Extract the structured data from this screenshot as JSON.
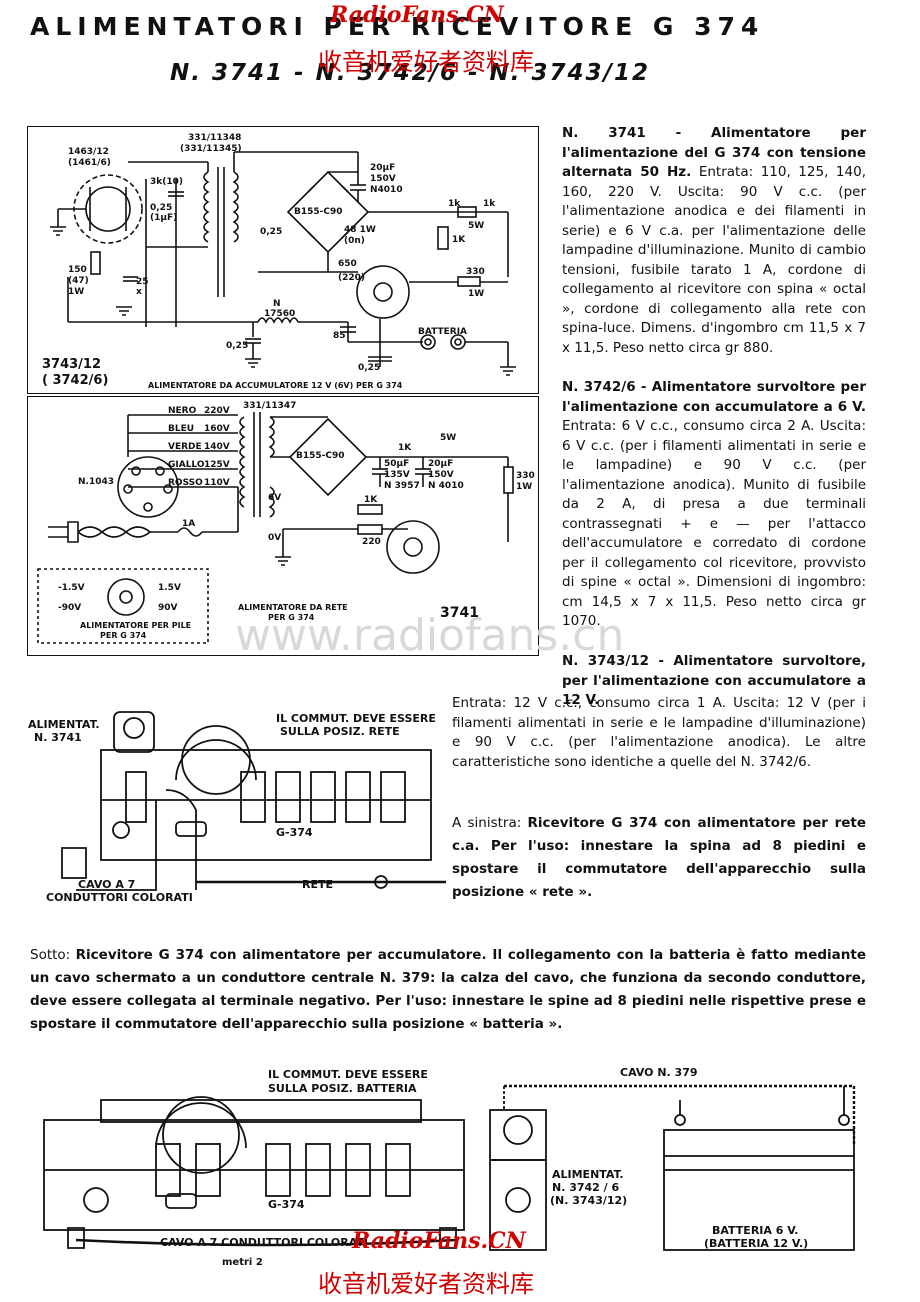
{
  "header": {
    "title": "ALIMENTATORI PER RICEVITORE G 374",
    "subtitle": "N. 3741 - N. 3742/6 - N. 3743/12"
  },
  "watermarks": {
    "top": "RadioFans.CN",
    "top_cn": "收音机爱好者资料库",
    "middle": "www.radiofans.cn",
    "bottom": "RadioFans.CN",
    "bottom_cn": "收音机爱好者资料库"
  },
  "paragraphs": {
    "p3741_bold": "N. 3741 - Alimentatore per l'alimentazione del G 374 con tensione alternata 50 Hz.",
    "p3741_text": " Entrata: 110, 125, 140, 160, 220 V. Uscita: 90 V c.c. (per l'alimentazione anodica e dei filamenti in serie) e 6 V c.a. per l'alimentazione delle lampadine d'illuminazione. Munito di cambio tensioni, fusibile tarato 1 A, cordone di collegamento al ricevitore con spina « octal », cordone di collegamento alla rete con spina-luce. Dimens. d'ingombro cm 11,5 x 7 x 11,5. Peso netto circa gr 880.",
    "p3742_bold": "N. 3742/6 - Alimentatore survoltore per l'alimentazione con accumulatore a 6 V.",
    "p3742_text": " Entrata: 6 V c.c., consumo circa 2 A. Uscita: 6 V c.c. (per i filamenti alimentati in serie e le lampadine) e 90 V c.c. (per l'alimentazione anodica). Munito di fusibile da 2 A, di presa a due terminali contrassegnati + e — per l'attacco dell'accumulatore e corredato di cordone per il collegamento col ricevitore, provvisto di spine « octal ». Dimensioni di ingombro: cm 14,5 x 7 x 11,5. Peso netto circa gr 1070.",
    "p3743_bold": "N. 3743/12 - Alimentatore survoltore, per l'alimentazione con accumulatore a 12 V.",
    "p3743_text": " Entrata: 12 V c.c., consumo circa 1 A. Uscita: 12 V (per i filamenti alimentati in serie e le lampadine d'illuminazione) e 90 V c.c. (per l'alimentazione anodica). Le altre caratteristiche sono identiche a quelle del N. 3742/6.",
    "left_prefix": "A sinistra: ",
    "left_bold": "Ricevitore G 374 con alimentatore per rete c.a. Per l'uso: innestare la spina ad 8 piedini e spostare il commutatore dell'apparecchio sulla posizione « rete ».",
    "below_prefix": "Sotto: ",
    "below_bold": "Ricevitore G 374 con alimentatore per accumulatore. Il collegamento con la batteria è fatto mediante un cavo schermato a un conduttore centrale N. 379: la calza del cavo, che funziona da secondo conduttore, deve essere collegata al terminale negativo. Per l'uso: innestare le spine ad 8 piedini nelle rispettive prese e spostare il commutatore dell'apparecchio sulla posizione « batteria »."
  },
  "schematic_top": {
    "model": "3743/12",
    "model2": "( 3742/6)",
    "caption": "ALIMENTATORE DA ACCUMULATORE 12 V (6V) PER G 374",
    "labels": {
      "vib": "1463/12",
      "vib2": "(1461/6)",
      "trafo": "331/11348",
      "trafo2": "(331/11345)",
      "c1": "3k(10)",
      "c2": "0,25",
      "c2b": "(1µF)",
      "r1": "150",
      "r1b": "(47)",
      "r1c": "1W",
      "c3": "25",
      "c3b": "x",
      "cap20": "20µF",
      "cap20b": "150V",
      "cap20c": "N4010",
      "rect": "B155-C90",
      "c025": "0,25",
      "r1k": "1k",
      "r1k2": "1k",
      "r5w": "5W",
      "r1kv": "1K",
      "r48": "48 1W",
      "r48b": "(0n)",
      "r650": "650",
      "r650b": "(220)",
      "r330": "330",
      "r330b": "1W",
      "ind": "N",
      "ind2": "17560",
      "c85": "85",
      "c025b": "0,25",
      "c025c": "0,25",
      "batt": "BATTERIA"
    }
  },
  "schematic_mid": {
    "model": "3741",
    "n1043": "N.1043",
    "trafo": "331/11347",
    "wires": [
      {
        "color": "NERO",
        "volt": "220V"
      },
      {
        "color": "BLEU",
        "volt": "160V"
      },
      {
        "color": "VERDE",
        "volt": "140V"
      },
      {
        "color": "GIALLO",
        "volt": "125V"
      },
      {
        "color": "ROSSO",
        "volt": "110V"
      }
    ],
    "rect": "B155-C90",
    "c50": "50µF",
    "c50b": "135V",
    "c50c": "N 3957",
    "c20": "20µF",
    "c20b": "150V",
    "c20c": "N 4010",
    "r1k": "1K",
    "r5w": "5W",
    "r330": "330",
    "r330b": "1W",
    "r1kb": "1K",
    "r220": "220",
    "v6": "6V",
    "v0": "0V",
    "fuse": "1A",
    "pins": [
      "-1.5V",
      "1.5V",
      "-90V",
      "90V"
    ],
    "caption_left": "ALIMENTATORE PER PILE",
    "caption_left2": "PER G 374",
    "caption_right": "ALIMENTATORE DA RETE",
    "caption_right2": "PER G 374"
  },
  "drawing_mid": {
    "alimentat": "ALIMENTAT.",
    "alimentat_n": "N. 3741",
    "commut": "IL COMMUT. DEVE ESSERE",
    "commut2": "SULLA POSIZ. RETE",
    "model": "G-374",
    "cavo": "CAVO A 7",
    "cavo2": "CONDUTTORI COLORATI",
    "rete": "RETE"
  },
  "drawing_bottom": {
    "commut": "IL COMMUT. DEVE ESSERE",
    "commut2": "SULLA POSIZ. BATTERIA",
    "model": "G-374",
    "cavo": "CAVO A 7 CONDUTTORI COLORATI",
    "metri": "metri 2",
    "cavo379": "CAVO N. 379",
    "alimentat": "ALIMENTAT.",
    "alimentat_n": "N. 3742 / 6",
    "alimentat_n2": "(N. 3743/12)",
    "batteria": "BATTERIA 6 V.",
    "batteria2": "(BATTERIA 12 V.)"
  }
}
